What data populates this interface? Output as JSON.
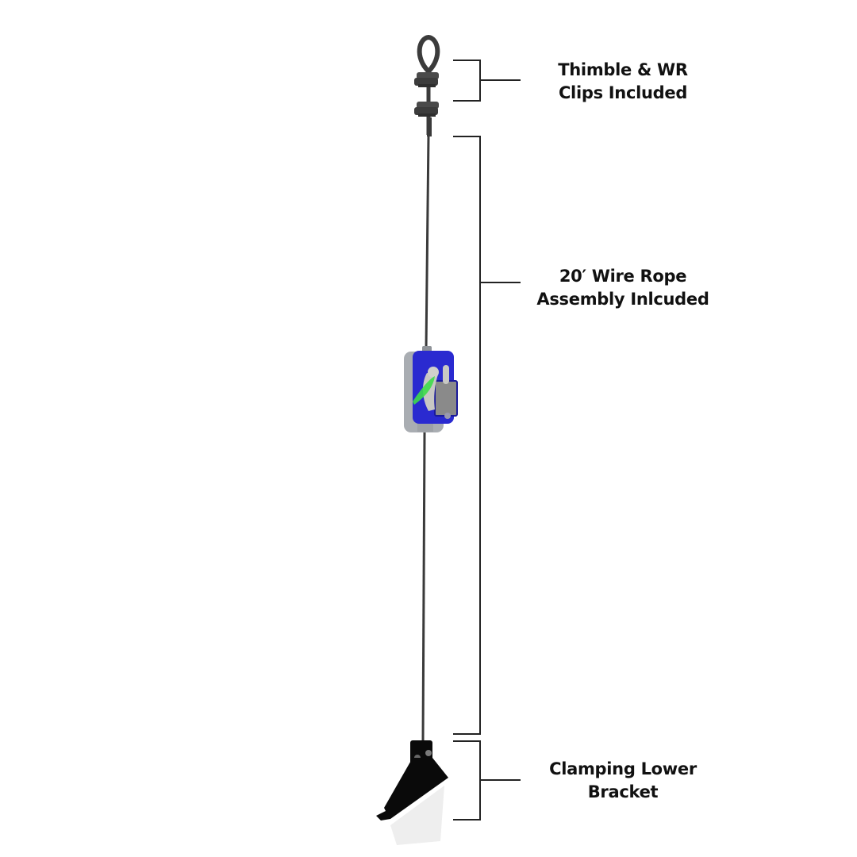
{
  "diagram": {
    "title": "",
    "colors": {
      "background": "#ffffff",
      "text": "#111111",
      "bracket_line": "#222222",
      "wire": "#3a3a3a",
      "device_housing": "#a9adb2",
      "device_cover": "#2a2ad0",
      "device_lever": "#3ddc4a",
      "bracket_body": "#0a0a0a"
    },
    "callouts": [
      {
        "id": "thimble-clips",
        "line1": "Thimble & WR",
        "line2": "Clips Included"
      },
      {
        "id": "wire-rope",
        "line1": "20′ Wire Rope",
        "line2": "Assembly Inlcuded"
      },
      {
        "id": "lower-bracket",
        "line1": "Clamping Lower",
        "line2": "Bracket"
      }
    ],
    "components": [
      {
        "name": "thimble",
        "icon": "thimble-loop-icon"
      },
      {
        "name": "wire-rope-clips",
        "icon": "wire-clip-icon"
      },
      {
        "name": "wire-rope",
        "icon": "wire-rope-icon"
      },
      {
        "name": "tensioner-device",
        "icon": "tensioner-icon"
      },
      {
        "name": "clamping-lower-bracket",
        "icon": "bracket-icon"
      }
    ]
  }
}
